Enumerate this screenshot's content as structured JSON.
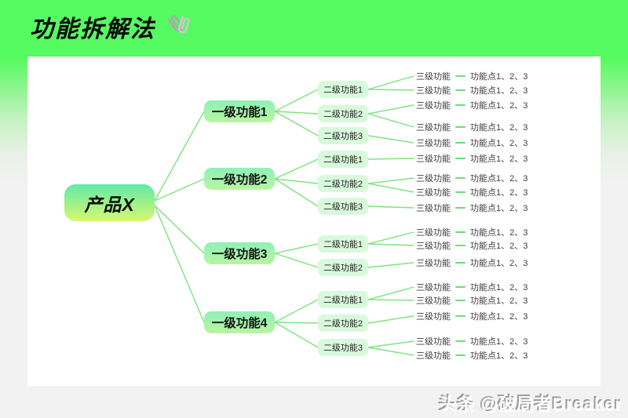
{
  "title": {
    "text": "功能拆解法",
    "icon": "linked-paperclips"
  },
  "watermark": {
    "text": "头条 @破局者Breaker"
  },
  "mindmap": {
    "root": {
      "label": "产品X"
    },
    "level1": [
      {
        "label": "一级功能1",
        "children": [
          {
            "label": "二级功能1",
            "leaf_count": 2
          },
          {
            "label": "二级功能2",
            "leaf_count": 2
          },
          {
            "label": "二级功能3",
            "leaf_count": 1
          }
        ]
      },
      {
        "label": "一级功能2",
        "children": [
          {
            "label": "二级功能1",
            "leaf_count": 1
          },
          {
            "label": "二级功能2",
            "leaf_count": 2
          },
          {
            "label": "二级功能3",
            "leaf_count": 1
          }
        ]
      },
      {
        "label": "一级功能3",
        "children": [
          {
            "label": "二级功能1",
            "leaf_count": 2
          },
          {
            "label": "二级功能2",
            "leaf_count": 1
          }
        ]
      },
      {
        "label": "一级功能4",
        "children": [
          {
            "label": "二级功能1",
            "leaf_count": 2
          },
          {
            "label": "二级功能2",
            "leaf_count": 1
          },
          {
            "label": "二级功能3",
            "leaf_count": 2
          }
        ]
      }
    ],
    "leaf": {
      "level3_label": "三级功能",
      "points_label": "功能点1、2、3"
    }
  },
  "colors": {
    "background_green": "#56fa61",
    "background_gray": "#f2f2f2",
    "panel": "#ffffff",
    "root_gradient_top": "#62e9a8",
    "root_gradient_bottom": "#d7f86f",
    "level1_gradient_top": "#8ff0b8",
    "level1_gradient_bottom": "#b9f5a0",
    "level2_fill": "#d9f9dc",
    "connector": "#7ce37e",
    "leaf_dash": "#6adf74"
  }
}
